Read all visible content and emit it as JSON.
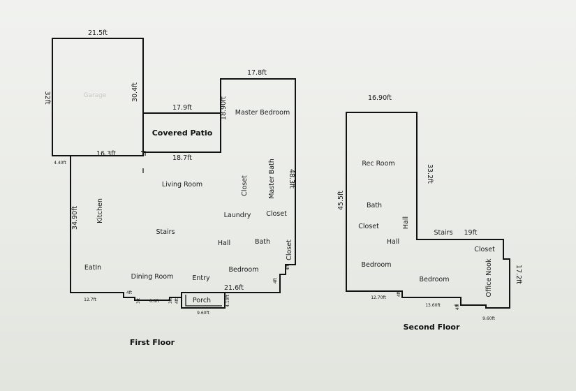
{
  "floors": {
    "first": {
      "title": "First Floor",
      "rooms": {
        "garage": "Garage",
        "covered_patio": "Covered Patio",
        "master_bedroom": "Master Bedroom",
        "living_room": "Living Room",
        "kitchen": "Kitchen",
        "stairs": "Stairs",
        "closet_a": "Closet",
        "master_bath": "Master Bath",
        "laundry": "Laundry",
        "closet_b": "Closet",
        "hall": "Hall",
        "bath": "Bath",
        "closet_c": "Closet",
        "eat_in": "EatIn",
        "dining_room": "Dining Room",
        "entry": "Entry",
        "bedroom": "Bedroom",
        "porch": "Porch"
      },
      "dims": {
        "garage_top": "21.5ft",
        "garage_left": "32ft",
        "garage_right": "30.4ft",
        "patio_top": "17.9ft",
        "patio_bottom": "18.7ft",
        "master_top": "17.8ft",
        "master_left": "18.90ft",
        "right_wall": "48.3ft",
        "garage_bottom": "16.3ft",
        "left_stub": "4.40ft",
        "kitchen_left": "34.90ft",
        "bottom_right": "21.6ft",
        "bottom_left": "12.7ft",
        "step_mid": "8.8ft",
        "porch_bottom": "9.60ft",
        "porch_side": "4.10ft",
        "right_notch": "4ft",
        "step_a": "4ft",
        "step_b": "3ft",
        "step_c": "3ft",
        "step_d": "4ft",
        "bed_corner": "4ft"
      }
    },
    "second": {
      "title": "Second Floor",
      "rooms": {
        "rec_room": "Rec Room",
        "bath": "Bath",
        "closet_a": "Closet",
        "hall_v": "Hall",
        "hall": "Hall",
        "stairs": "Stairs",
        "closet_b": "Closet",
        "bedroom_a": "Bedroom",
        "bedroom_b": "Bedroom",
        "office_nook": "Office Nook"
      },
      "dims": {
        "top": "16.90ft",
        "right_upper": "33.2ft",
        "left": "45.5ft",
        "stairs_run": "19ft",
        "right_lower": "17.2ft",
        "bottom_left": "12.70ft",
        "bottom_mid": "13.60ft",
        "bottom_right": "9.60ft",
        "notch_a": "4ft",
        "notch_b": "4ft"
      }
    }
  }
}
